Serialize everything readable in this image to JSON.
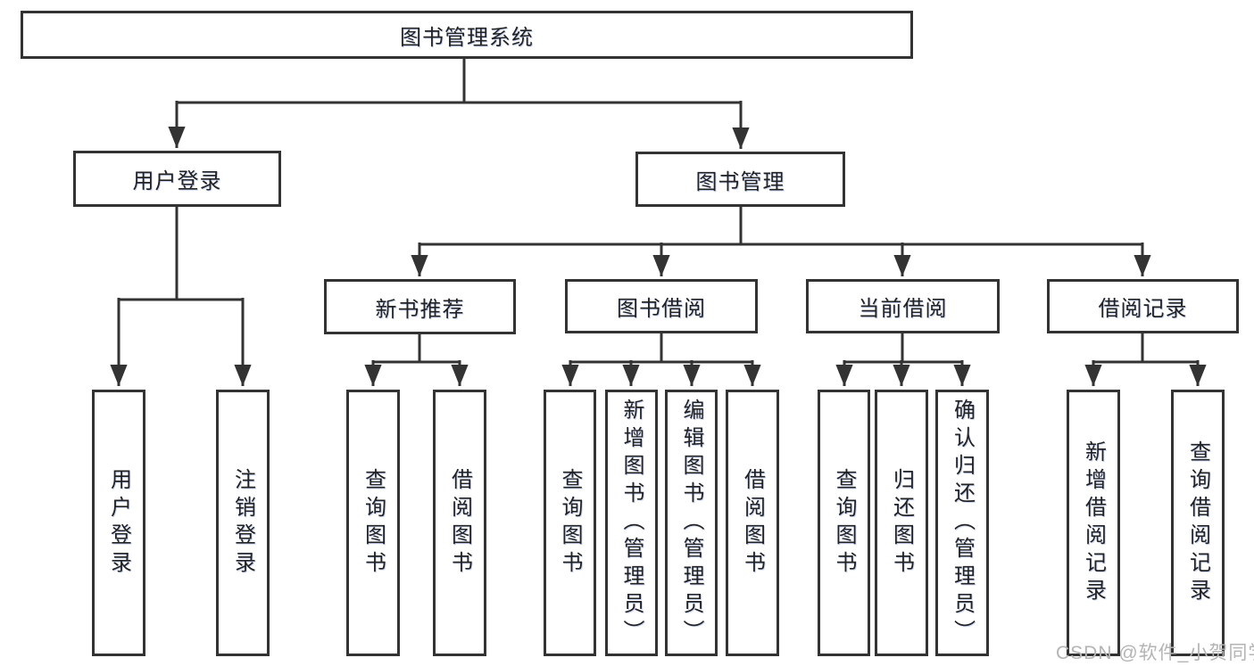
{
  "colors": {
    "line": "#333333",
    "box_border": "#333333",
    "text": "#222222",
    "watermark": "#b4b4b4",
    "background": "#ffffff"
  },
  "watermark": "CSDN @软件_小贺同学",
  "tree": {
    "label": "图书管理系统",
    "children": [
      {
        "label": "用户登录",
        "children": [
          {
            "label": "用户登录"
          },
          {
            "label": "注销登录"
          }
        ]
      },
      {
        "label": "图书管理",
        "children": [
          {
            "label": "新书推荐",
            "children": [
              {
                "label": "查询图书"
              },
              {
                "label": "借阅图书"
              }
            ]
          },
          {
            "label": "图书借阅",
            "children": [
              {
                "label": "查询图书"
              },
              {
                "label": "新增图书（管理员）"
              },
              {
                "label": "编辑图书（管理员）"
              },
              {
                "label": "借阅图书"
              }
            ]
          },
          {
            "label": "当前借阅",
            "children": [
              {
                "label": "查询图书"
              },
              {
                "label": "归还图书"
              },
              {
                "label": "确认归还（管理员）"
              }
            ]
          },
          {
            "label": "借阅记录",
            "children": [
              {
                "label": "新增借阅记录"
              },
              {
                "label": "查询借阅记录"
              }
            ]
          }
        ]
      }
    ]
  }
}
